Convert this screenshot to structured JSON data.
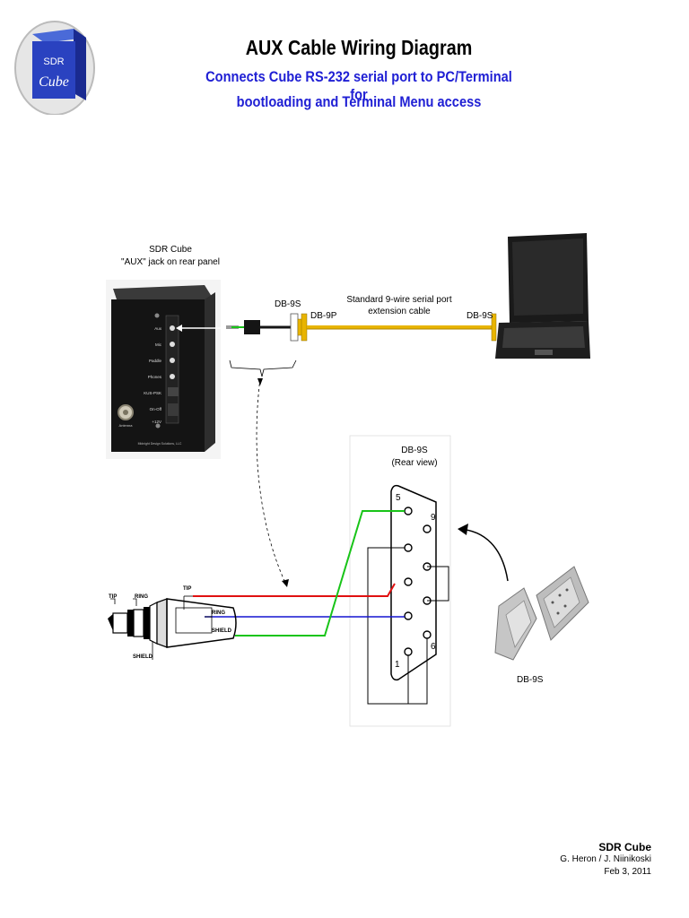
{
  "logo": {
    "line1": "SDR",
    "line2": "Cube"
  },
  "header": {
    "title": "AUX Cable Wiring Diagram",
    "subtitle_line1": "Connects Cube RS-232 serial port to PC/Terminal for",
    "subtitle_line2": "bootloading and Terminal Menu access"
  },
  "cube": {
    "label_line1": "SDR Cube",
    "label_line2": "\"AUX\" jack on rear panel",
    "panel_labels": [
      "Aux",
      "Mic",
      "Paddle",
      "Phones",
      "KUS-PSK",
      "On-Off",
      "+12V"
    ],
    "antenna_label": "Antenna",
    "maker_label": "Midnight Design Solutions, LLC"
  },
  "cable": {
    "db9s_left": "DB-9S",
    "db9p": "DB-9P",
    "ext_label_line1": "Standard 9-wire serial port",
    "ext_label_line2": "extension cable",
    "db9s_right": "DB-9S"
  },
  "connector": {
    "title_line1": "DB-9S",
    "title_line2": "(Rear view)",
    "pin_5": "5",
    "pin_9": "9",
    "pin_6": "6",
    "pin_1": "1"
  },
  "jack": {
    "tip_top": "TIP",
    "ring_top": "RING",
    "shield_bottom": "SHIELD",
    "tip_wire": "TIP",
    "ring_wire": "RING",
    "shield_wire": "SHIELD"
  },
  "photo_label": "DB-9S",
  "footer": {
    "title": "SDR Cube",
    "authors": "G. Heron / J. Niinikoski",
    "date": "Feb 3, 2011"
  },
  "colors": {
    "subtitle": "#1f1fd4",
    "wire_red": "#e01010",
    "wire_blue": "#1414d0",
    "wire_green": "#18c418",
    "cable": "#e8b400"
  }
}
